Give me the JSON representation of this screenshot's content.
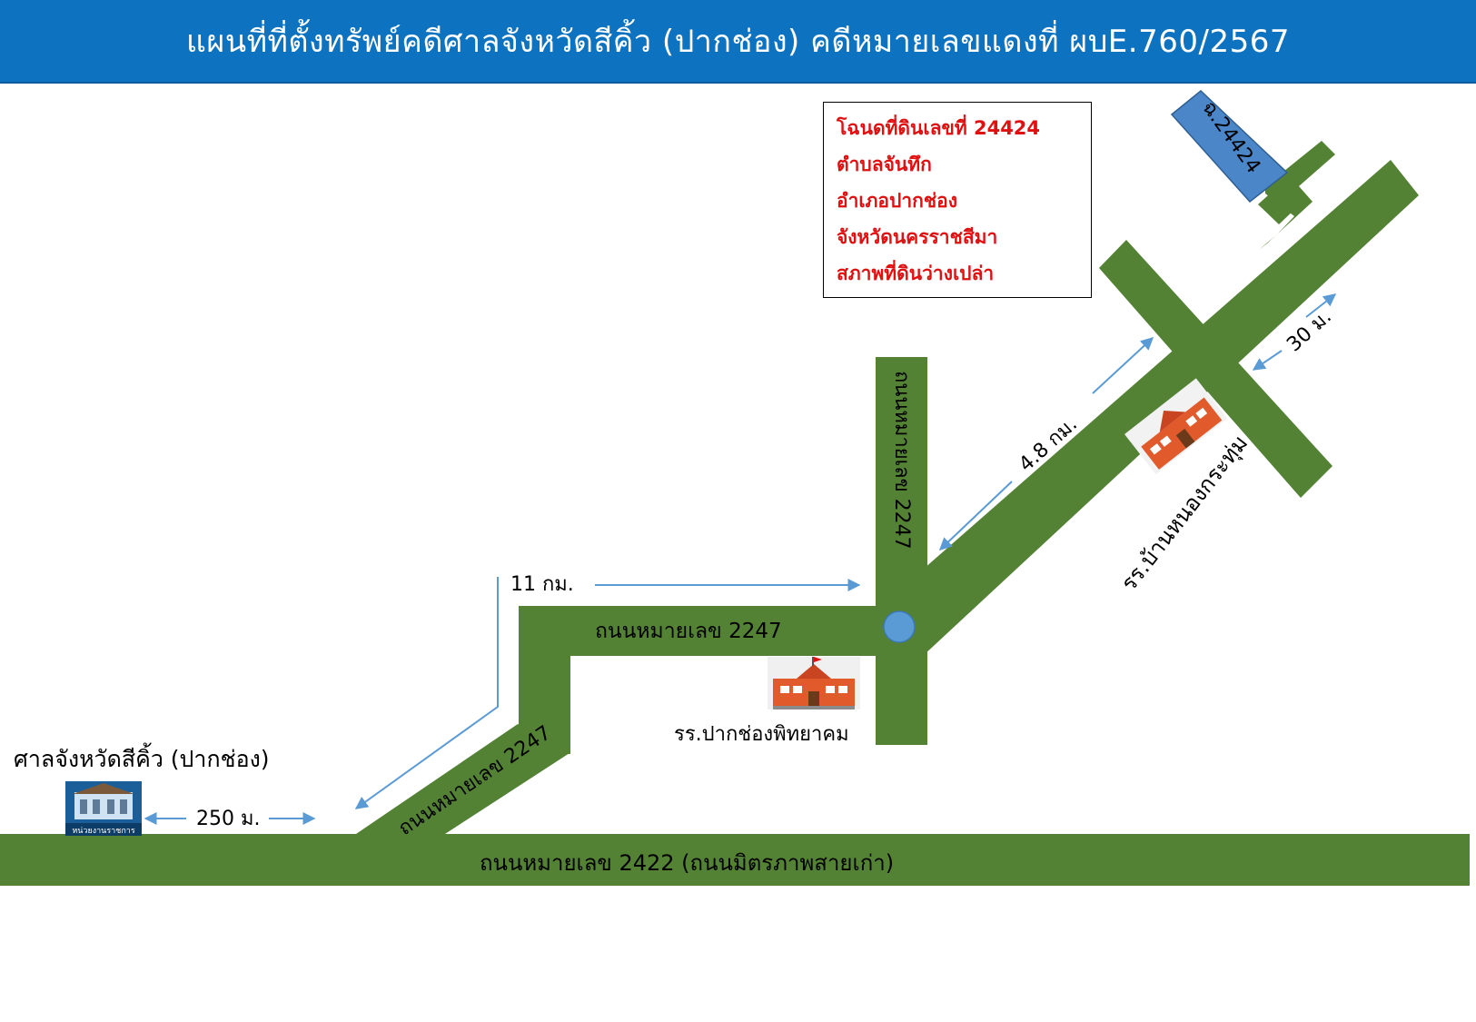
{
  "title": "แผนที่ที่ตั้งทรัพย์คดีศาลจังหวัดสีคิ้ว (ปากช่อง)  คดีหมายเลขแดงที่ ผบE.760/2567",
  "info_box": {
    "lines": [
      "โฉนดที่ดินเลขที่ 24424",
      "ตำบลจันทึก",
      "อำเภอปากช่อง",
      "จังหวัดนครราชสีมา",
      "สภาพที่ดินว่างเปล่า"
    ]
  },
  "parcel_label": "ฉ.24424",
  "roads": {
    "main_road": "ถนนหมายเลข 2422 (ถนนมิตรภาพสายเก่า)",
    "road_2247_horizontal": "ถนนหมายเลข  2247",
    "road_2247_diagonal": "ถนนหมายเลข  2247",
    "road_2247_vertical": "ถนนหมายเลข  2247"
  },
  "distances": {
    "court_to_junction": "250 ม.",
    "to_school": "11 กม.",
    "diagonal": "4.8 กม.",
    "to_parcel": "30 ม."
  },
  "places": {
    "court": "ศาลจังหวัดสีคิ้ว (ปากช่อง)",
    "court_sign": "หน่วยงานราชการ",
    "school_pakchong": "รร.ปากช่องพิทยาคม",
    "school_nongkrathum": "รร.บ้านหนองกระทุ่ม"
  },
  "colors": {
    "header": "#0d72c0",
    "road": "#548235",
    "arrow": "#5b9bd5",
    "parcel": "#4a86c8",
    "junction_marker": "#5b9bd5",
    "info_text": "#e01010"
  },
  "icons": [
    "court-building-icon",
    "school-building-icon",
    "junction-marker-icon",
    "distance-arrow-icon"
  ]
}
